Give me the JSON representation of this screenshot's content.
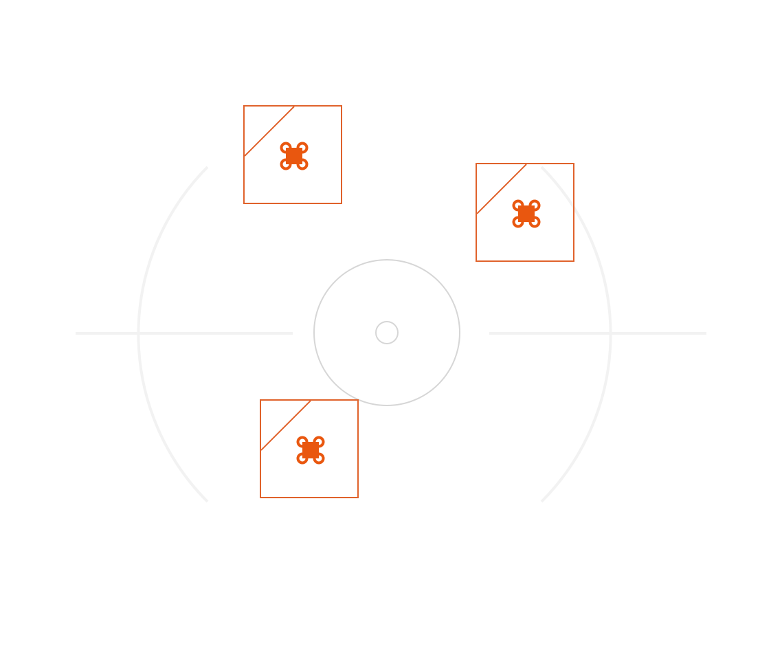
{
  "theme": {
    "accent": "#e0622b",
    "drone_fill": "#e9570f",
    "ring": "#d6d6d6",
    "guide": "#f2f2f2"
  },
  "radar": {
    "icon": "radar-scope-icon"
  },
  "drones": [
    {
      "id": "drone-1",
      "icon": "quadcopter-drone-icon"
    },
    {
      "id": "drone-2",
      "icon": "quadcopter-drone-icon"
    },
    {
      "id": "drone-3",
      "icon": "quadcopter-drone-icon"
    }
  ]
}
